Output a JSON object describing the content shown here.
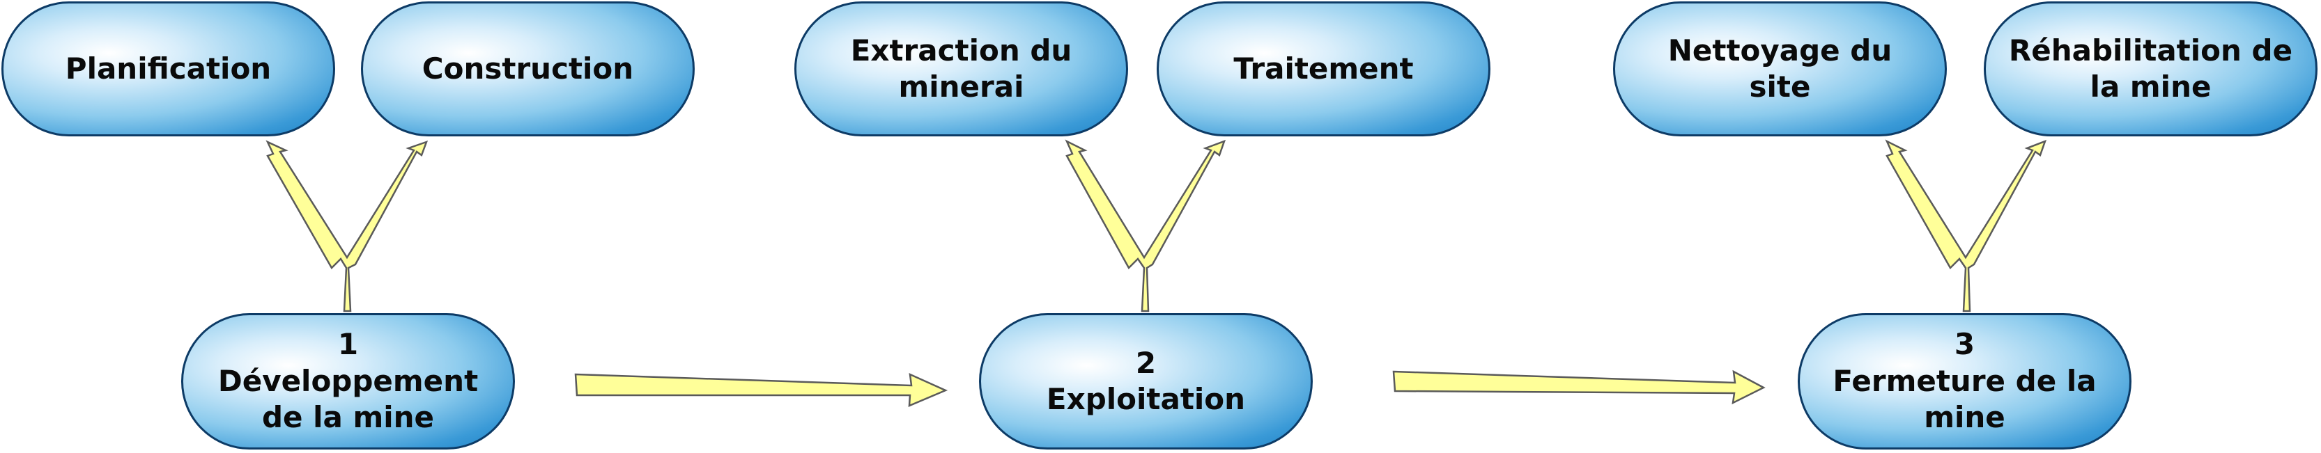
{
  "diagram": {
    "stages": [
      {
        "number": "1",
        "label": "Développement de la mine"
      },
      {
        "number": "2",
        "label": "Exploitation"
      },
      {
        "number": "3",
        "label": "Fermeture de la mine"
      }
    ],
    "activities": {
      "planification": "Planification",
      "construction": "Construction",
      "extraction": "Extraction du minerai",
      "traitement": "Traitement",
      "nettoyage": "Nettoyage du site",
      "rehabilitation": "Réhabilitation de la mine"
    }
  },
  "colors": {
    "node_fill_light": "#d9eefb",
    "node_fill_dark": "#1f82c6",
    "node_border": "#0d3b66",
    "arrow_fill": "#ffff99",
    "arrow_stroke": "#5a5a5a"
  }
}
